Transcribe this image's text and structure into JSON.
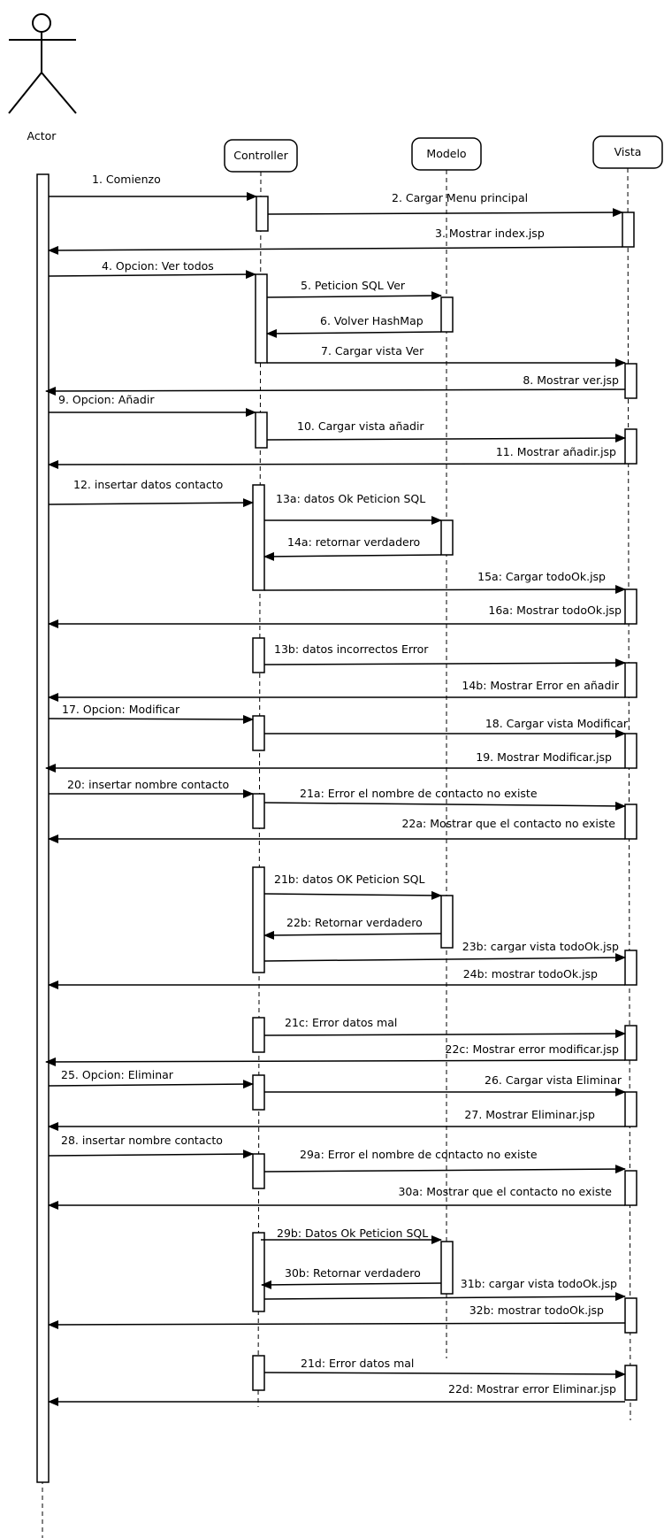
{
  "participants": {
    "actor": "Actor",
    "controller": "Controller",
    "modelo": "Modelo",
    "vista": "Vista"
  },
  "messages": [
    "1. Comienzo",
    "2. Cargar Menu principal",
    "3. Mostrar index.jsp",
    "4. Opcion: Ver todos",
    "5. Peticion SQL Ver",
    "6. Volver HashMap",
    "7. Cargar vista Ver",
    "8. Mostrar ver.jsp",
    "9. Opcion: Añadir",
    "10. Cargar vista añadir",
    "11. Mostrar añadir.jsp",
    "12. insertar datos contacto",
    "13a: datos Ok Peticion SQL",
    "14a: retornar verdadero",
    "15a: Cargar todoOk.jsp",
    "16a: Mostrar todoOk.jsp",
    "13b: datos incorrectos Error",
    "14b: Mostrar Error en añadir",
    "17. Opcion: Modificar",
    "18. Cargar vista Modificar",
    "19. Mostrar Modificar.jsp",
    "20: insertar nombre contacto",
    "21a: Error el nombre de contacto no existe",
    "22a: Mostrar que el contacto no existe",
    "21b: datos OK Peticion SQL",
    "22b: Retornar verdadero",
    "23b: cargar vista todoOk.jsp",
    "24b: mostrar todoOk.jsp",
    "21c: Error datos mal",
    "22c: Mostrar error modificar.jsp",
    "25. Opcion: Eliminar",
    "26. Cargar vista Eliminar",
    "27. Mostrar Eliminar.jsp",
    "28. insertar nombre contacto",
    "29a: Error el nombre de contacto no existe",
    "30a: Mostrar que el contacto no existe",
    "29b: Datos Ok Peticion SQL",
    "30b: Retornar verdadero",
    "31b: cargar vista todoOk.jsp",
    "32b: mostrar todoOk.jsp",
    "21d: Error datos mal",
    "22d: Mostrar error Eliminar.jsp"
  ]
}
